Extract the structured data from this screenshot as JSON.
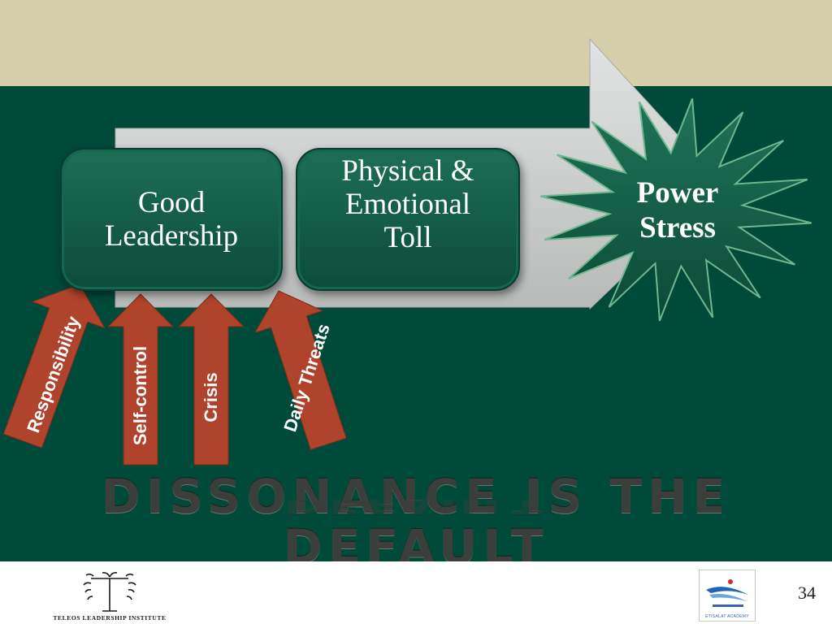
{
  "diagram": {
    "boxes": [
      {
        "lines": [
          "Good",
          "Leadership"
        ]
      },
      {
        "lines": [
          "Physical &",
          "Emotional",
          "Toll"
        ]
      }
    ],
    "burst": {
      "lines": [
        "Power",
        "Stress"
      ]
    },
    "inputs": [
      {
        "label": "Responsibility"
      },
      {
        "label": "Self-control"
      },
      {
        "label": "Crisis"
      },
      {
        "label": "Daily Threats"
      }
    ]
  },
  "tagline": "DISSONANCE IS THE DEFAULT",
  "footer": {
    "left_logo": {
      "icon": "teleos-logo-icon",
      "caption": "TELEOS LEADERSHIP INSTITUTE"
    },
    "right_logo": {
      "icon": "etisalat-academy-logo-icon",
      "caption": "ETISALAT ACADEMY"
    },
    "page_number": "34"
  },
  "colors": {
    "top_band": "#d5cfab",
    "background": "#004a3a",
    "box_fill": "#145e49",
    "arrow": "#b0432b",
    "big_arrow": "#cfd1d0",
    "tagline": "#3b3f3c"
  }
}
